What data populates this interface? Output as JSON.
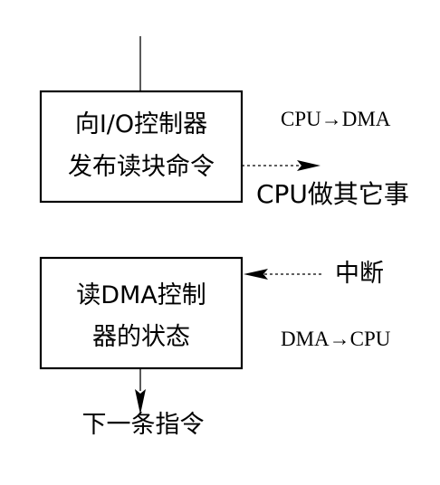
{
  "box1": {
    "line1": "向I/O控制器",
    "line2": "发布读块命令"
  },
  "label_cpu_to_dma": "CPU→DMA",
  "label_cpu_other": "CPU做其它事",
  "box2": {
    "line1": "读DMA控制",
    "line2": "器的状态"
  },
  "label_interrupt": "中断",
  "label_dma_to_cpu": "DMA→CPU",
  "label_next_instruction": "下一条指令"
}
